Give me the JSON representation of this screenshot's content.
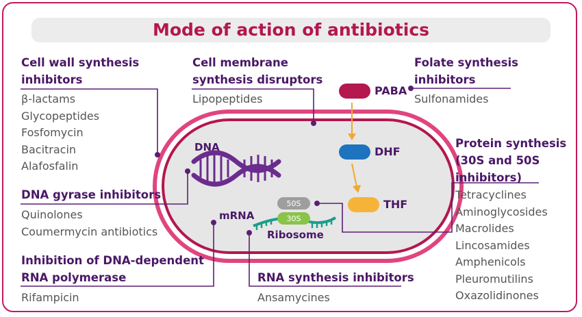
{
  "title": "Mode of action of antibiotics",
  "colors": {
    "frame": "#c2185b",
    "title_text": "#b3174f",
    "heading_text": "#4a1866",
    "item_text": "#555555",
    "leader_line": "#5b1f73",
    "cell_outer": "#e0457f",
    "cell_inner": "#b3174f",
    "cytoplasm": "#e6e6e6",
    "dna": "#6a2c8e",
    "paba": "#b5174f",
    "dhf": "#1e73be",
    "thf": "#f6b33a",
    "arrow": "#f0a830",
    "ribosome_50s": "#9e9e9e",
    "ribosome_30s": "#8bc34a",
    "mrna": "#1b9e8a"
  },
  "groups": {
    "cell_wall": {
      "heading": [
        "Cell wall synthesis",
        "inhibitors"
      ],
      "items": [
        "β-lactams",
        "Glycopeptides",
        "Fosfomycin",
        "Bacitracin",
        "Alafosfalin"
      ]
    },
    "cell_membrane": {
      "heading": [
        "Cell membrane",
        "synthesis disruptors"
      ],
      "items": [
        "Lipopeptides"
      ]
    },
    "folate": {
      "heading": [
        "Folate synthesis",
        "inhibitors"
      ],
      "items": [
        "Sulfonamides"
      ]
    },
    "dna_gyrase": {
      "heading": [
        "DNA gyrase inhibitors"
      ],
      "items": [
        "Quinolones",
        "Coumermycin antibiotics"
      ]
    },
    "rna_polymerase": {
      "heading": [
        "Inhibition of DNA-dependent",
        "RNA polymerase"
      ],
      "items": [
        "Rifampicin"
      ]
    },
    "rna_synthesis": {
      "heading": [
        "RNA synthesis inhibitors"
      ],
      "items": [
        "Ansamycines"
      ]
    },
    "protein": {
      "heading": [
        "Protein synthesis",
        "(30S and 50S",
        "inhibitors)"
      ],
      "items": [
        "Tetracyclines",
        "Aminoglycosides",
        "Macrolides",
        "Lincosamides",
        "Amphenicols",
        "Pleuromutilins",
        "Oxazolidinones"
      ]
    }
  },
  "cell_labels": {
    "dna": "DNA",
    "mrna": "mRNA",
    "ribosome": "Ribosome",
    "s50": "50S",
    "s30": "30S",
    "paba": "PABA",
    "dhf": "DHF",
    "thf": "THF"
  }
}
